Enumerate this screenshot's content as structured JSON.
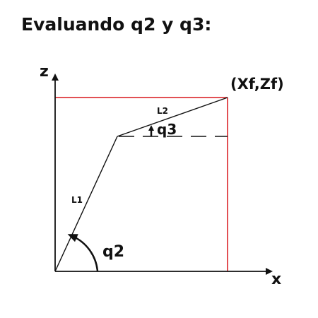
{
  "title": "Evaluando q2 y q3:",
  "labels": {
    "z_axis": "z",
    "x_axis": "x",
    "end_point": "(Xf,Zf)",
    "link1": "L1",
    "link2": "L2",
    "angle2": "q2",
    "angle3": "q3"
  },
  "colors": {
    "frame": "#d9161c",
    "lines": "#111111"
  }
}
